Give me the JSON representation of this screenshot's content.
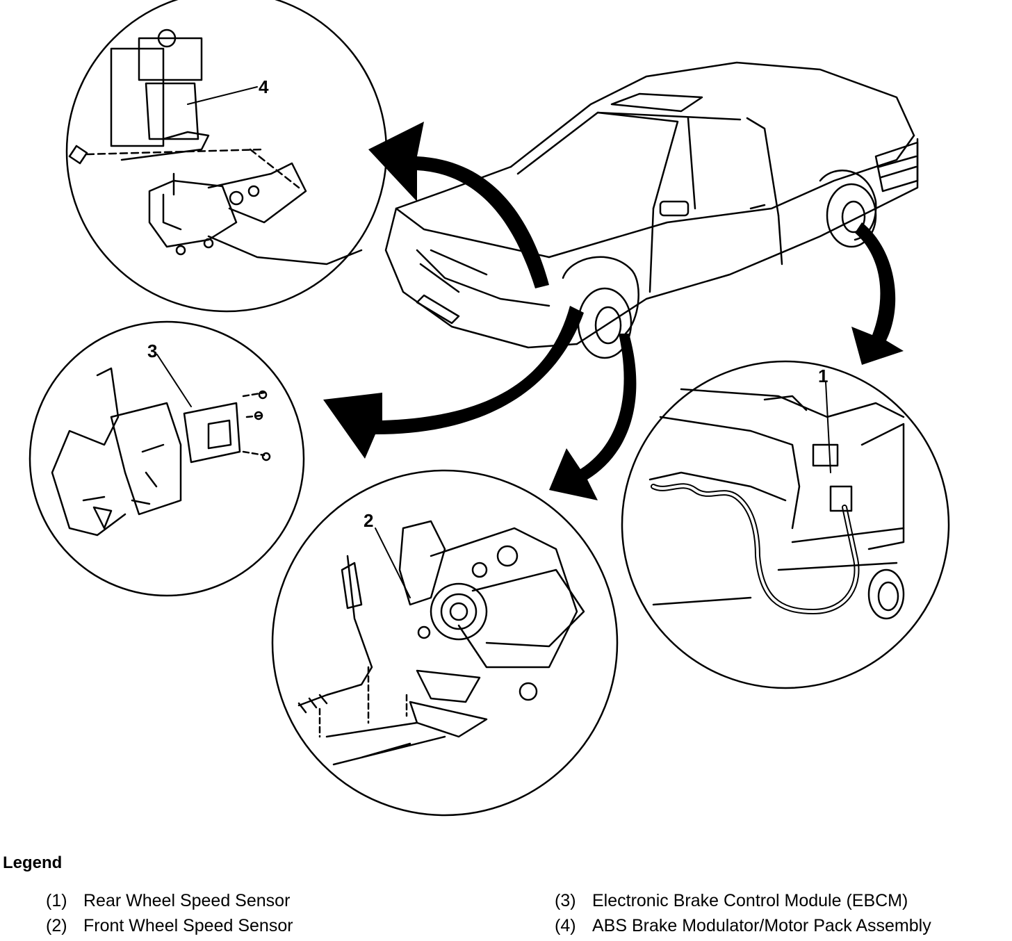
{
  "callouts": {
    "c1": "1",
    "c2": "2",
    "c3": "3",
    "c4": "4"
  },
  "legend": {
    "title": "Legend",
    "items": [
      {
        "num": "(1)",
        "label": "Rear Wheel Speed Sensor"
      },
      {
        "num": "(2)",
        "label": "Front Wheel Speed Sensor"
      },
      {
        "num": "(3)",
        "label": "Electronic Brake Control Module (EBCM)"
      },
      {
        "num": "(4)",
        "label": "ABS Brake Modulator/Motor Pack Assembly"
      }
    ]
  }
}
